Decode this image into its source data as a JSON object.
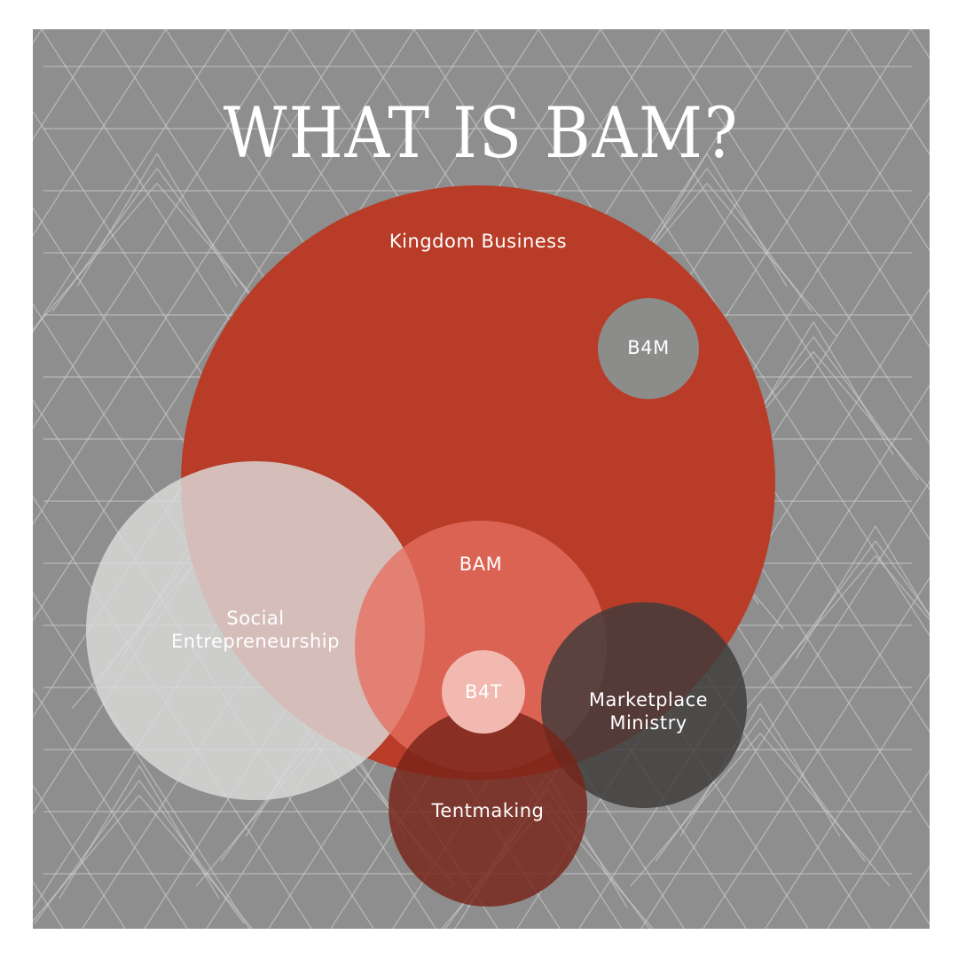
{
  "title": "WHAT IS BAM?",
  "colors": {
    "background": "#8d8e8d",
    "kingdom_business": "#b83c27",
    "bam": "#d86455",
    "b4m": "#8c8c8b",
    "b4t": "#f1b9b0",
    "social_entrepreneurship": "#d4d3d3",
    "tentmaking": "#852e22",
    "marketplace_ministry": "#4d4b4b"
  },
  "circles": {
    "kingdom_business": {
      "label": "Kingdom Business"
    },
    "b4m": {
      "label": "B4M"
    },
    "bam": {
      "label": "BAM"
    },
    "social_entrepreneurship": {
      "label_line1": "Social",
      "label_line2": "Entrepreneurship"
    },
    "b4t": {
      "label": "B4T"
    },
    "marketplace_ministry": {
      "label_line1": "Marketplace",
      "label_line2": "Ministry"
    },
    "tentmaking": {
      "label": "Tentmaking"
    }
  }
}
